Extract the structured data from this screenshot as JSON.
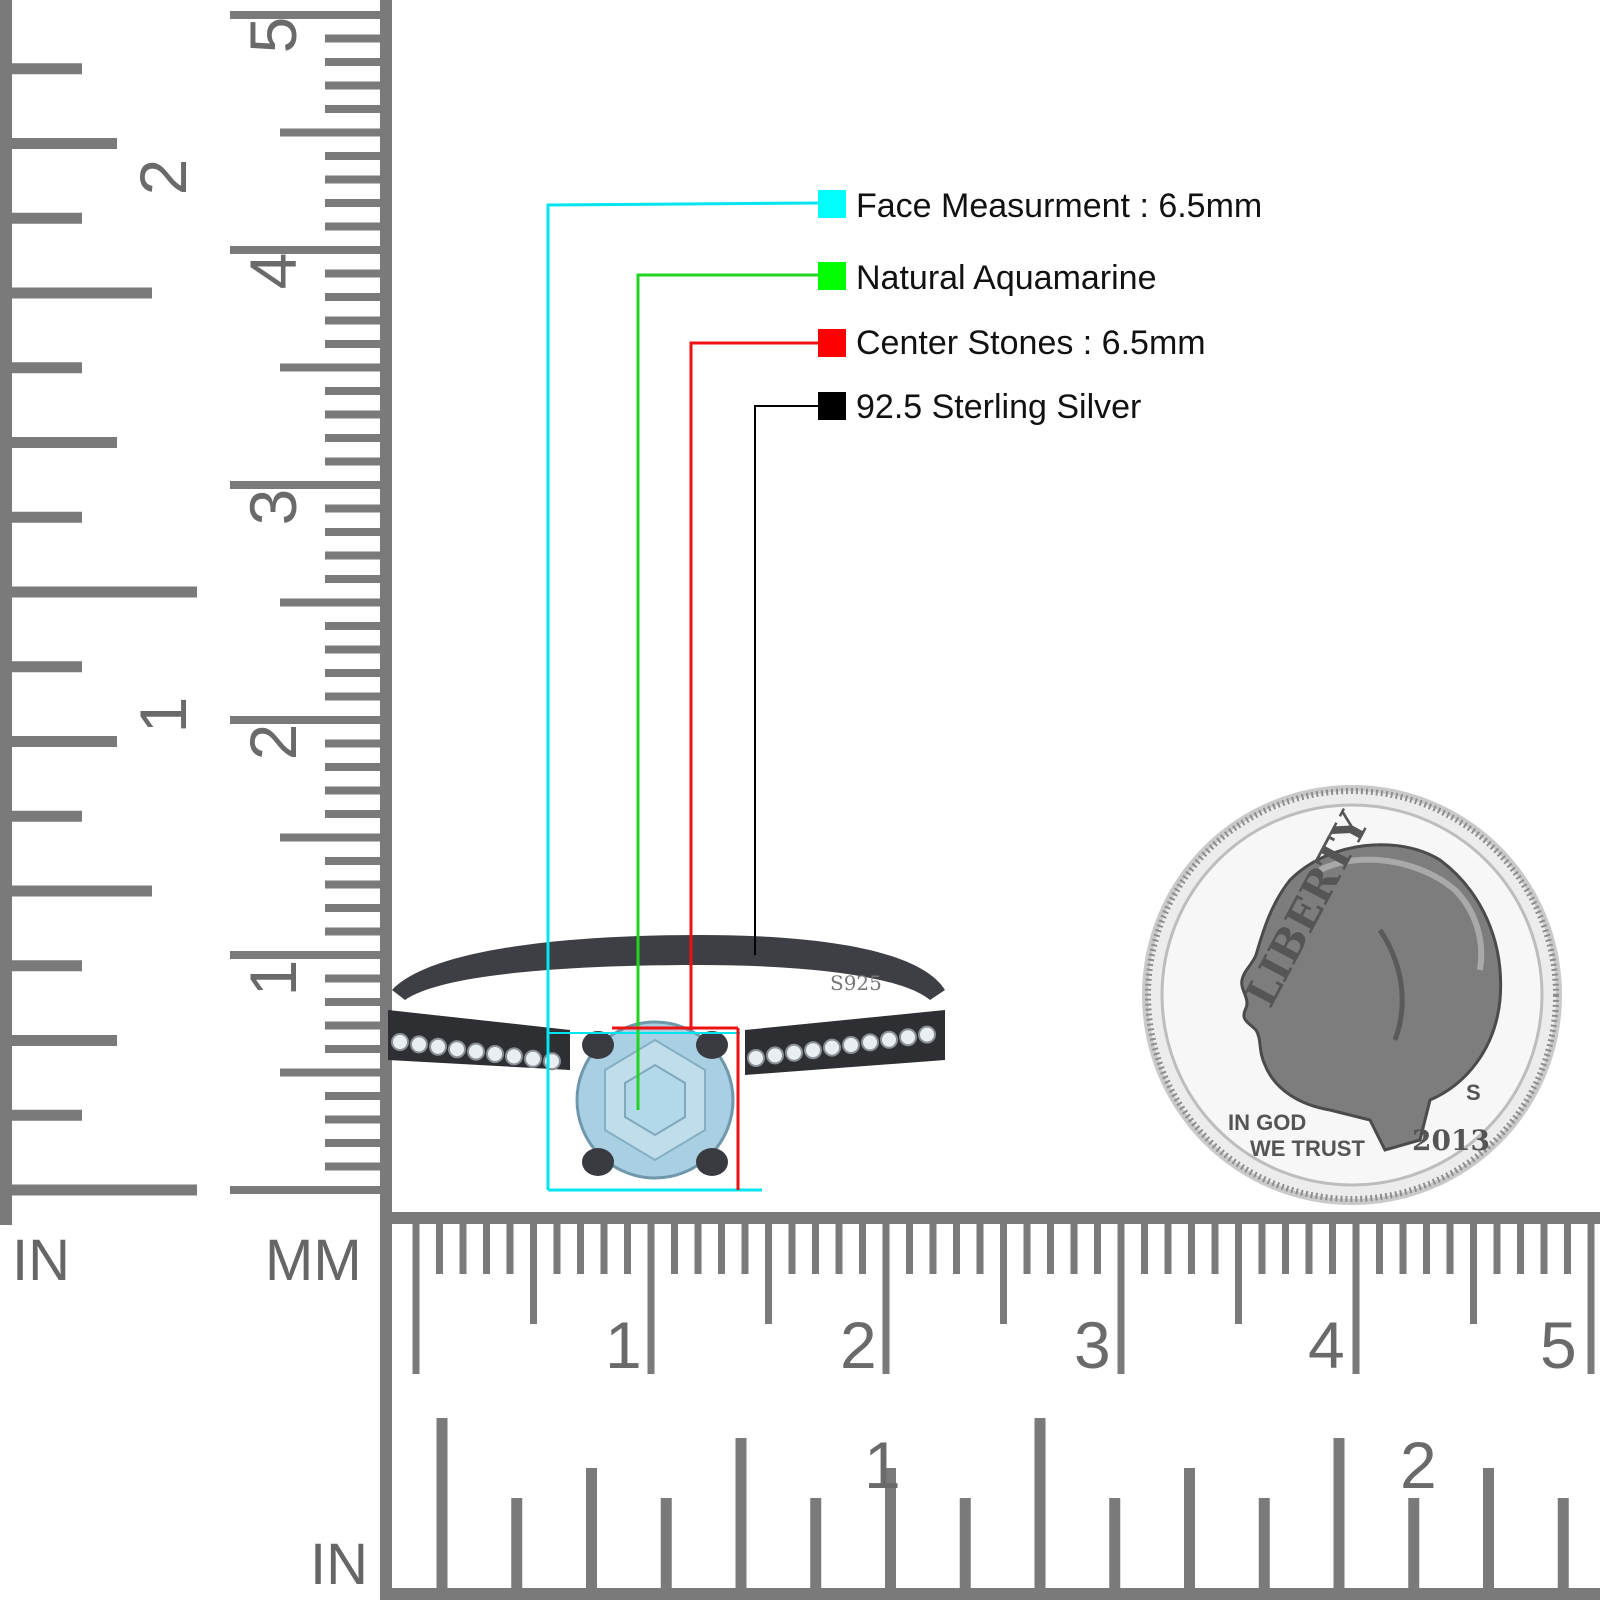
{
  "legend": {
    "items": [
      {
        "label": "Face Measurment : 6.5mm",
        "color": "#00ffff"
      },
      {
        "label": "Natural Aquamarine",
        "color": "#00ff00"
      },
      {
        "label": "Center Stones : 6.5mm",
        "color": "#ff0000"
      },
      {
        "label": "92.5 Sterling Silver",
        "color": "#000000"
      }
    ]
  },
  "rulers": {
    "left_inch_label": "IN",
    "left_mm_label": "MM",
    "bottom_inch_label": "IN",
    "left_mm_numbers": [
      "1",
      "2",
      "3",
      "4",
      "5"
    ],
    "left_inch_numbers": [
      "1",
      "2"
    ],
    "bottom_mm_numbers": [
      "1",
      "2",
      "3",
      "4",
      "5"
    ],
    "bottom_inch_numbers": [
      "1",
      "2"
    ]
  },
  "ring": {
    "stamp": "S925",
    "metal_color": "#3e3f44",
    "stone_color": "#a8cfe2"
  },
  "coin": {
    "word": "LIBERTY",
    "motto_line1": "IN GOD",
    "motto_line2": "WE TRUST",
    "year": "2013",
    "mint_mark": "S"
  }
}
